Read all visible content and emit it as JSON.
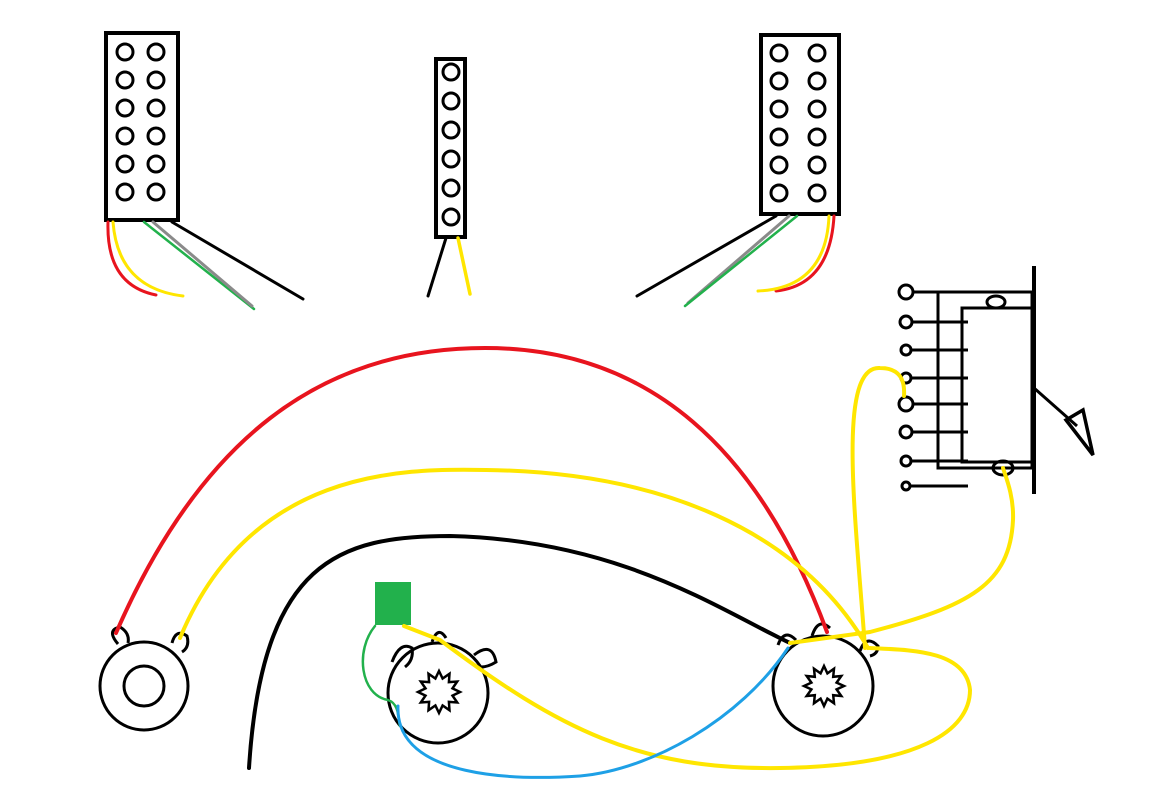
{
  "canvas": {
    "background": "#ffffff"
  },
  "colors": {
    "outline": "#000000",
    "red_wire": "#e8141e",
    "yellow_wire": "#ffe600",
    "black_wire": "#000000",
    "green_wire": "#22b14c",
    "grey_wire": "#8a8a8a",
    "blue_wire": "#1ea0e6",
    "ground_block": "#22b14c"
  },
  "components": [
    {
      "id": "bridge-humbucker",
      "kind": "humbucker-pickup",
      "pole_rows": 6,
      "pole_columns": 2
    },
    {
      "id": "middle-single-coil",
      "kind": "single-coil-pickup",
      "pole_rows": 6,
      "pole_columns": 1
    },
    {
      "id": "neck-humbucker",
      "kind": "humbucker-pickup",
      "pole_rows": 6,
      "pole_columns": 2
    },
    {
      "id": "selector-switch",
      "kind": "pickup-selector-switch",
      "lugs": 8
    },
    {
      "id": "output-jack",
      "kind": "output-jack"
    },
    {
      "id": "tone-pot",
      "kind": "potentiometer"
    },
    {
      "id": "volume-pot",
      "kind": "potentiometer"
    },
    {
      "id": "ground-block",
      "kind": "ground-tab"
    }
  ],
  "wires": [
    {
      "id": "jack-to-volume",
      "color": "red"
    },
    {
      "id": "jack-to-switch",
      "color": "yellow"
    },
    {
      "id": "ground-bus",
      "color": "black"
    },
    {
      "id": "tone-to-switch",
      "color": "yellow"
    },
    {
      "id": "volume-to-switch",
      "color": "yellow"
    },
    {
      "id": "switch-return",
      "color": "yellow"
    },
    {
      "id": "tone-ground",
      "color": "green"
    },
    {
      "id": "pot-link",
      "color": "blue"
    }
  ]
}
